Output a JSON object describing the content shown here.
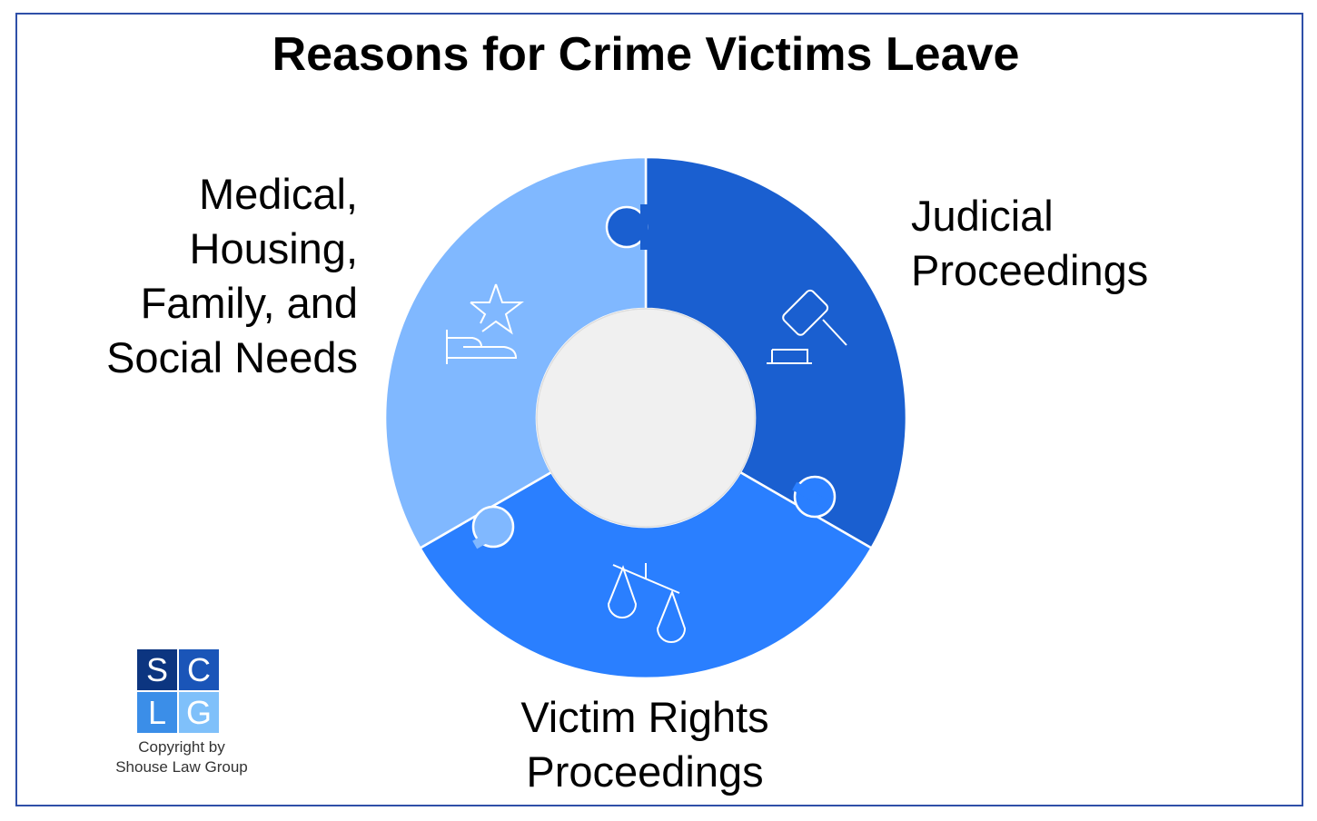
{
  "title": "Reasons for Crime Victims Leave",
  "segments": [
    {
      "label_lines": [
        "Medical,",
        "Housing,",
        "Family, and",
        "Social Needs"
      ],
      "icon": "hand-star-icon",
      "color": "#80b8ff"
    },
    {
      "label_lines": [
        "Judicial",
        "Proceedings"
      ],
      "icon": "gavel-icon",
      "color": "#1a5fd0"
    },
    {
      "label_lines": [
        "Victim Rights",
        "Proceedings"
      ],
      "icon": "scales-icon",
      "color": "#2a7fff"
    }
  ],
  "logo": {
    "letters": [
      "S",
      "C",
      "L",
      "G"
    ],
    "copyright_lines": [
      "Copyright by",
      "Shouse Law Group"
    ]
  }
}
